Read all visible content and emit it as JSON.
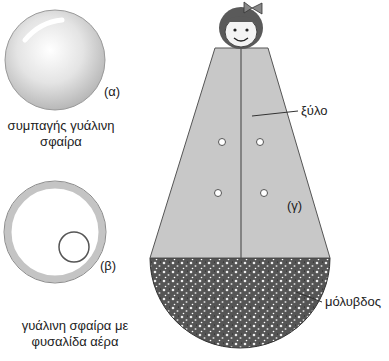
{
  "diagram": {
    "labels": [
      "(α)",
      "συμπαγής γυάλινη σφαίρα",
      "(β)",
      "γυάλινη σφαίρα με φυσαλίδα αέρα",
      "ξύλο",
      "(γ)",
      "μόλυβδος"
    ]
  }
}
